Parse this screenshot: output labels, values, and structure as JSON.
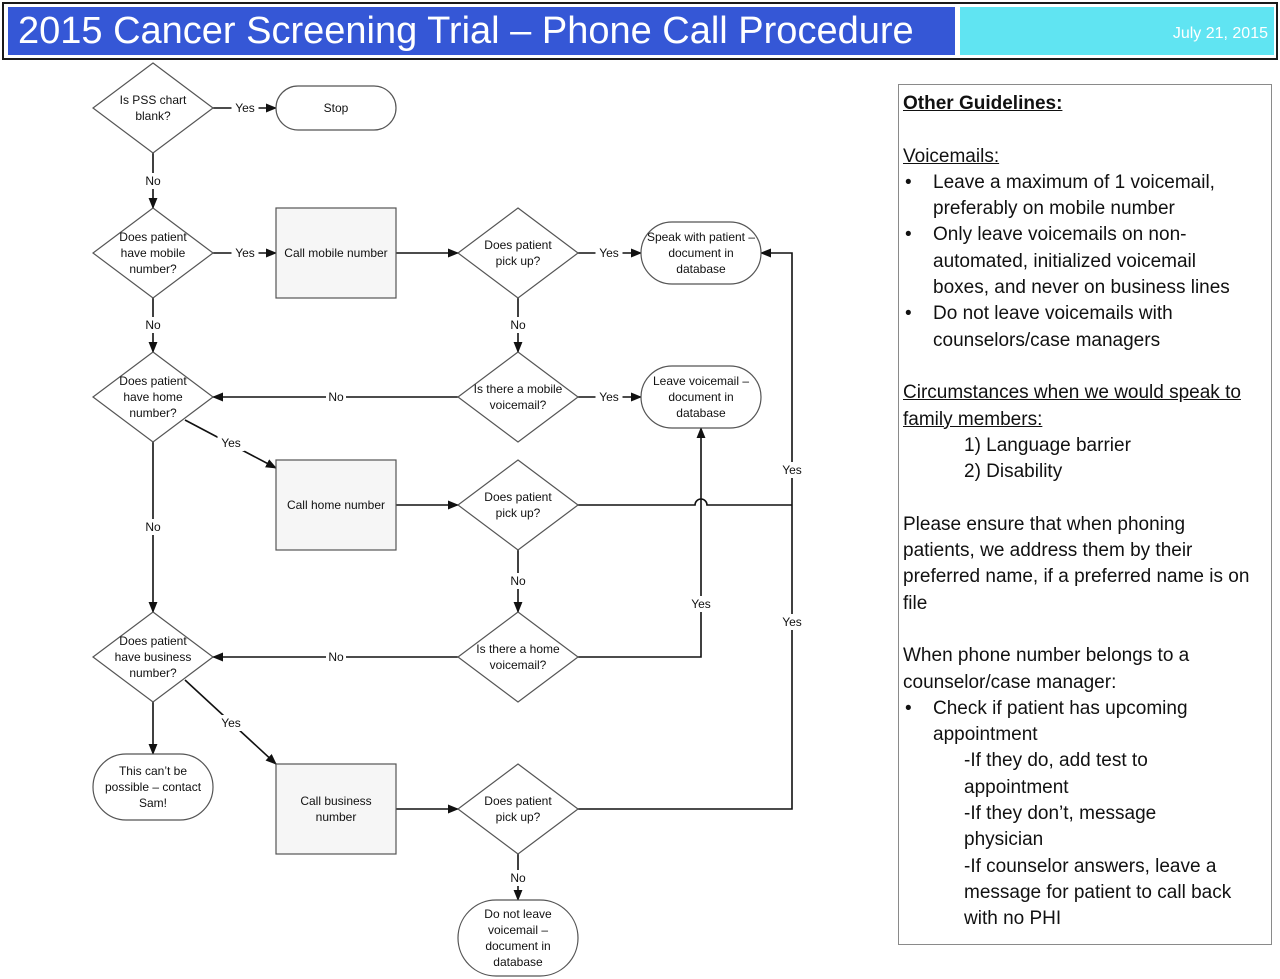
{
  "header": {
    "title": "2015 Cancer Screening Trial – Phone Call Procedure",
    "date": "July 21, 2015"
  },
  "flowchart": {
    "nodes": {
      "pss_blank": [
        "Is PSS chart",
        "blank?"
      ],
      "stop": [
        "Stop"
      ],
      "mobile_q": [
        "Does patient",
        "have mobile",
        "number?"
      ],
      "call_mobile": [
        "Call mobile number"
      ],
      "pickup_mobile": [
        "Does patient",
        "pick up?"
      ],
      "speak": [
        "Speak with patient –",
        "document in",
        "database"
      ],
      "home_q": [
        "Does patient",
        "have home",
        "number?"
      ],
      "mobile_vm_q": [
        "Is there a mobile",
        "voicemail?"
      ],
      "leave_vm": [
        "Leave voicemail –",
        "document in",
        "database"
      ],
      "call_home": [
        "Call home number"
      ],
      "pickup_home": [
        "Does patient",
        "pick up?"
      ],
      "business_q": [
        "Does patient",
        "have business",
        "number?"
      ],
      "home_vm_q": [
        "Is there a home",
        "voicemail?"
      ],
      "not_possible": [
        "This can’t be",
        "possible – contact",
        "Sam!"
      ],
      "call_business": [
        "Call business",
        "number"
      ],
      "pickup_business": [
        "Does patient",
        "pick up?"
      ],
      "no_vm": [
        "Do not leave",
        "voicemail –",
        "document in",
        "database"
      ]
    },
    "edge_labels": {
      "yes": "Yes",
      "no": "No"
    }
  },
  "guidelines": {
    "heading": "Other Guidelines:",
    "voicemails_heading": "Voicemails:",
    "voicemail_bullets": [
      [
        "Leave a maximum of 1 voicemail,",
        "preferably on mobile number"
      ],
      [
        "Only leave voicemails on non-",
        "automated, initialized voicemail",
        "boxes, and never on business lines"
      ],
      [
        "Do not leave voicemails with",
        "counselors/case managers"
      ]
    ],
    "family_heading": [
      "Circumstances when we would speak to",
      "family members:"
    ],
    "family_items": [
      "1) Language barrier",
      "2) Disability"
    ],
    "preferred_name": [
      "Please ensure that when phoning",
      "patients, we address them by their",
      "preferred name, if a preferred name is on",
      "file"
    ],
    "counselor_heading": [
      "When phone number belongs to a",
      "counselor/case manager:"
    ],
    "counselor_bullet": [
      "Check if patient has upcoming",
      "appointment"
    ],
    "counselor_subitems": [
      [
        "-If they do, add test to",
        "appointment"
      ],
      [
        "-If they don’t, message",
        "physician"
      ],
      [
        "-If counselor answers, leave a",
        "message for patient to call back",
        "with no PHI"
      ]
    ]
  }
}
